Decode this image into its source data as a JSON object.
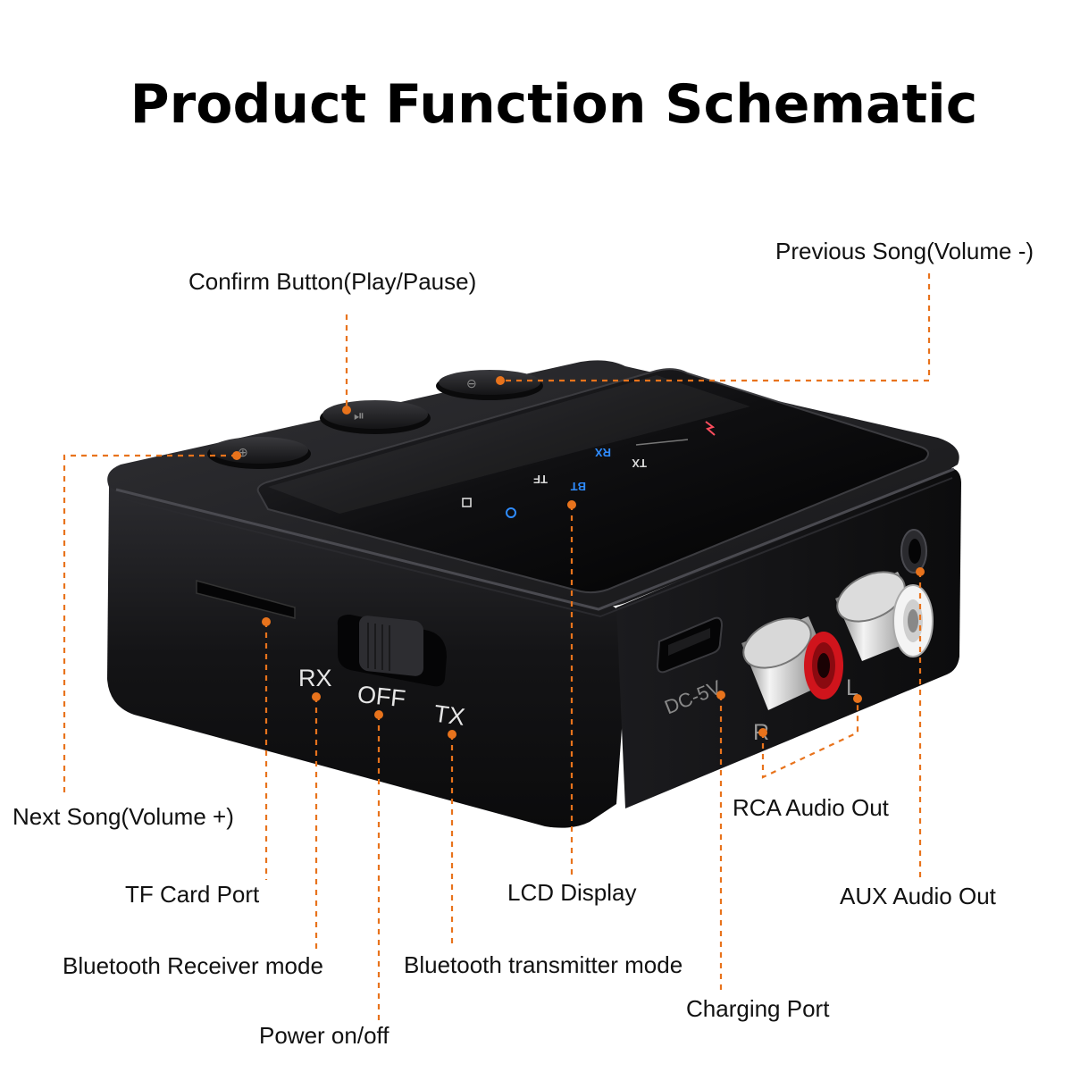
{
  "title": "Product Function Schematic",
  "labels": {
    "confirm_button": "Confirm Button(Play/Pause)",
    "previous_song": "Previous Song(Volume -)",
    "next_song": "Next Song(Volume +)",
    "tf_card_port": "TF Card Port",
    "bt_receiver_mode": "Bluetooth Receiver mode",
    "power_onoff": "Power on/off",
    "lcd_display": "LCD Display",
    "bt_transmitter_mode": "Bluetooth transmitter mode",
    "rca_audio_out": "RCA Audio Out",
    "aux_audio_out": "AUX Audio Out",
    "charging_port": "Charging Port"
  },
  "device_markings": {
    "switch_rx": "RX",
    "switch_off": "OFF",
    "switch_tx": "TX",
    "dc_input": "DC-5V",
    "rca_right": "R",
    "rca_left": "L",
    "lcd_bt": "BT",
    "lcd_tf": "TF",
    "lcd_rx": "RX",
    "lcd_tx": "TX"
  },
  "colors": {
    "callout_line": "#e8731c",
    "device_body": "#151517",
    "lcd_blue": "#2f8cff",
    "lcd_red": "#ff4d5e",
    "rca_red": "#d0141c"
  }
}
